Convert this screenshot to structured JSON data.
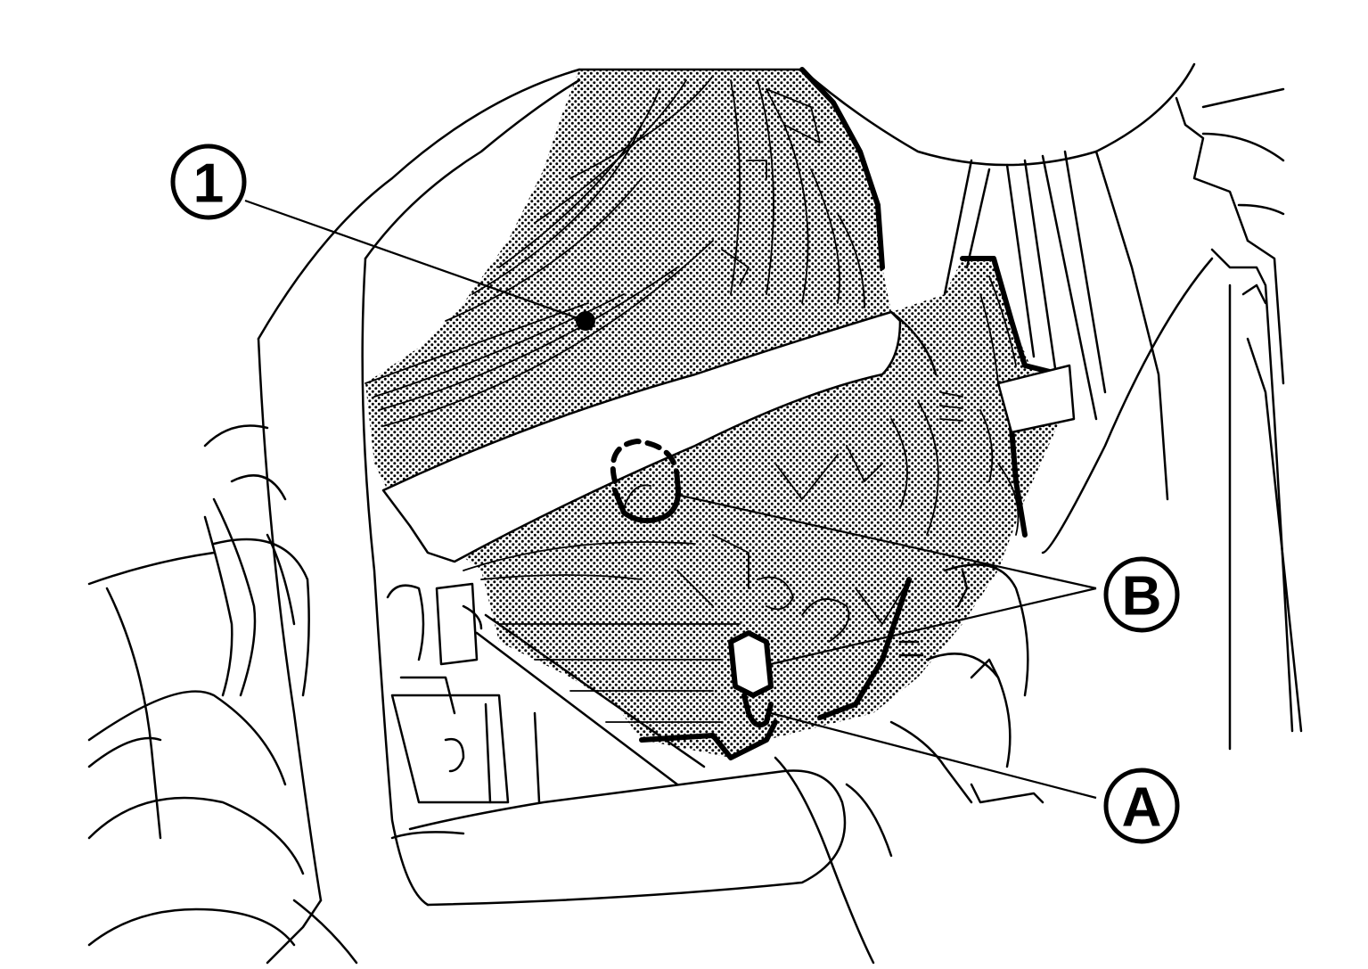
{
  "callouts": {
    "part_1": "1",
    "point_b": "B",
    "point_a": "A"
  },
  "colors": {
    "ink": "#000000",
    "paper": "#ffffff"
  }
}
